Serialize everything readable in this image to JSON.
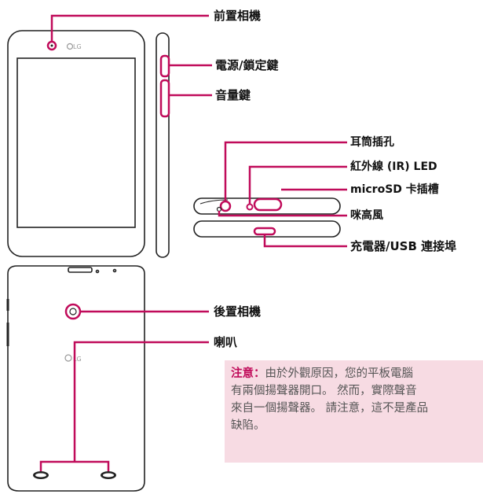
{
  "labels": {
    "front_camera": "前置相機",
    "power_lock": "電源/鎖定鍵",
    "volume": "音量鍵",
    "earphone": "耳筒插孔",
    "ir_led": "紅外線 (IR) LED",
    "microsd": "microSD 卡插槽",
    "microphone": "咪高風",
    "charger_usb": "充電器/USB 連接埠",
    "rear_camera": "後置相機",
    "speaker": "喇叭"
  },
  "brand": {
    "front_logo": "LG",
    "back_logo": "LG"
  },
  "note": {
    "lead": "注意：",
    "lines": [
      "由於外觀原因，您的平板電腦",
      "有兩個揚聲器開口。 然而，實際聲音",
      "來自一個揚聲器。 請注意，這不是產品",
      "缺陷。"
    ]
  },
  "colors": {
    "accent": "#c00b5a",
    "note_bg": "#f7dbe3"
  }
}
